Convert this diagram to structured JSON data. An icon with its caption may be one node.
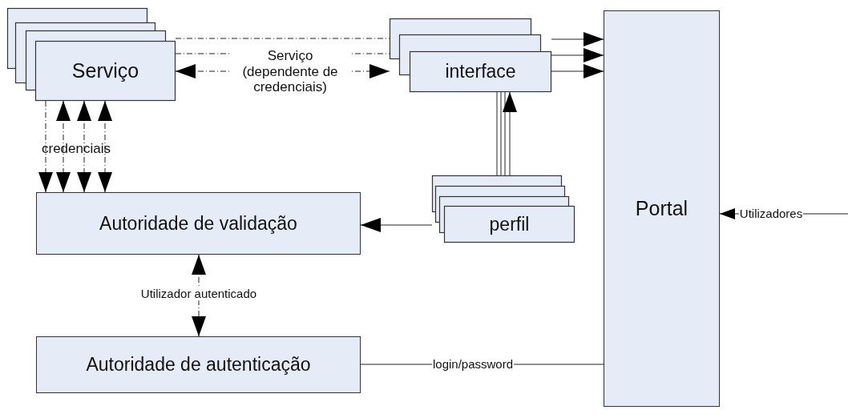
{
  "diagram": {
    "nodes": [
      {
        "text": [
          "Serviço"
        ]
      },
      {
        "text": [
          "interface"
        ]
      },
      {
        "text": [
          "perfil"
        ]
      },
      {
        "text": [
          "Autoridade de validação"
        ]
      },
      {
        "text": [
          "Autoridade de autenticação"
        ]
      },
      {
        "text": [
          "Portal"
        ]
      }
    ],
    "edges": [
      {
        "from": 0,
        "to": 1,
        "arrow": "none",
        "style": "dashed"
      },
      {
        "from": 0,
        "to": 1,
        "arrow": "none",
        "style": "dashed"
      },
      {
        "from": 0,
        "to": 1,
        "arrow": "both",
        "style": "dashed",
        "label": "Serviço (dependente de credenciais)"
      },
      {
        "from": 1,
        "to": 5,
        "arrow": "to"
      },
      {
        "from": 1,
        "to": 5,
        "arrow": "to"
      },
      {
        "from": 1,
        "to": 5,
        "arrow": "to"
      },
      {
        "from": 2,
        "to": 1,
        "arrow": "none"
      },
      {
        "from": 2,
        "to": 1,
        "arrow": "none"
      },
      {
        "from": 2,
        "to": 1,
        "arrow": "none"
      },
      {
        "from": 2,
        "to": 1,
        "arrow": "to"
      },
      {
        "from": 2,
        "to": 3,
        "arrow": "to"
      },
      {
        "from": 0,
        "to": 3,
        "arrow": "to",
        "style": "dashed"
      },
      {
        "from": 0,
        "to": 3,
        "arrow": "both",
        "style": "dashed"
      },
      {
        "from": 0,
        "to": 3,
        "arrow": "both",
        "style": "dashed"
      },
      {
        "from": 0,
        "to": 3,
        "arrow": "both",
        "style": "dashed"
      },
      {
        "from": 3,
        "to": 4,
        "arrow": "both",
        "style": "dashed",
        "label": "Utilizador autenticado"
      },
      {
        "from": 4,
        "to": 5,
        "arrow": "none",
        "label": "login/password"
      },
      {
        "from": null,
        "to": 5,
        "arrow": "to",
        "label": "Utilizadores"
      }
    ],
    "labels": [
      "credenciais"
    ]
  }
}
